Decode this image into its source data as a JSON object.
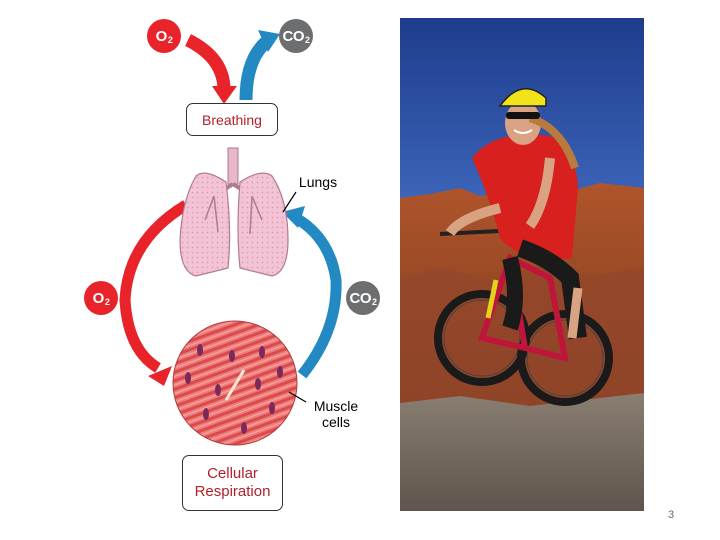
{
  "gases": {
    "o2_main": "O",
    "o2_sub": "2",
    "co2_main": "CO",
    "co2_sub": "2"
  },
  "labels": {
    "breathing": "Breathing",
    "lungs": "Lungs",
    "muscle_line1": "Muscle",
    "muscle_line2": "cells",
    "cellular_line1": "Cellular",
    "cellular_line2": "Respiration"
  },
  "page_number": "3",
  "colors": {
    "oxygen_arrow": "#e8232a",
    "co2_arrow": "#2389c2",
    "bubble_red": "#e8232a",
    "bubble_gray": "#6d6e70"
  }
}
